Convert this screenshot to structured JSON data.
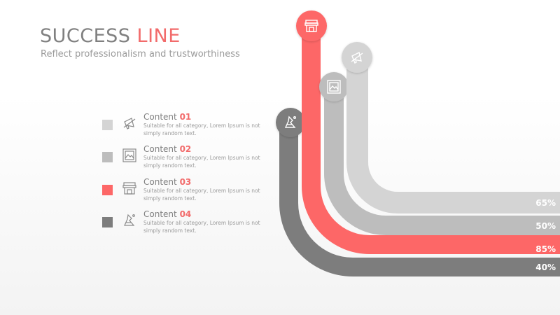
{
  "header": {
    "title_main": "SUCCESS",
    "title_accent": "LINE",
    "subtitle": "Reflect professionalism and trustworthiness"
  },
  "colors": {
    "accent": "#f26b6b",
    "light_gray": "#d4d4d4",
    "mid_gray": "#bdbdbd",
    "red": "#fd6767",
    "dark_gray": "#7d7d7d"
  },
  "items": [
    {
      "label": "Content",
      "num": "01",
      "desc": "Suitable for all category, Lorem Ipsum is not simply random text.",
      "icon": "megaphone-icon",
      "color": "#d4d4d4"
    },
    {
      "label": "Content",
      "num": "02",
      "desc": "Suitable for all category, Lorem Ipsum is not simply random text.",
      "icon": "image-icon",
      "color": "#bdbdbd"
    },
    {
      "label": "Content",
      "num": "03",
      "desc": "Suitable for all category, Lorem Ipsum is not simply random text.",
      "icon": "store-icon",
      "color": "#fd6767"
    },
    {
      "label": "Content",
      "num": "04",
      "desc": "Suitable for all category, Lorem Ipsum is not simply random text.",
      "icon": "flask-icon",
      "color": "#7d7d7d"
    }
  ],
  "lines": [
    {
      "value": "65%",
      "icon": "megaphone-icon",
      "color": "#d4d4d4"
    },
    {
      "value": "50%",
      "icon": "image-icon",
      "color": "#bdbdbd"
    },
    {
      "value": "85%",
      "icon": "store-icon",
      "color": "#fd6767"
    },
    {
      "value": "40%",
      "icon": "flask-icon",
      "color": "#7d7d7d"
    }
  ]
}
